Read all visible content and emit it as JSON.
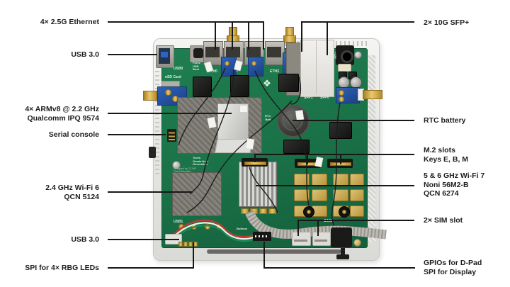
{
  "annotations": {
    "left": [
      {
        "id": "ethernet",
        "lines": [
          "4× 2.5G Ethernet"
        ]
      },
      {
        "id": "usb3_top",
        "lines": [
          "USB 3.0"
        ]
      },
      {
        "id": "cpu",
        "lines": [
          "4× ARMv8 @ 2.2 GHz",
          "Qualcomm IPQ 9574"
        ]
      },
      {
        "id": "serial",
        "lines": [
          "Serial console"
        ]
      },
      {
        "id": "wifi6",
        "lines": [
          "2.4 GHz Wi-Fi 6",
          "QCN 5124"
        ]
      },
      {
        "id": "usb3_bottom",
        "lines": [
          "USB 3.0"
        ]
      },
      {
        "id": "spi_leds",
        "lines": [
          "SPI for 4× RBG LEDs"
        ]
      }
    ],
    "right": [
      {
        "id": "sfp",
        "lines": [
          "2× 10G SFP+"
        ]
      },
      {
        "id": "rtc",
        "lines": [
          "RTC battery"
        ]
      },
      {
        "id": "m2",
        "lines": [
          "M.2 slots",
          "Keys E, B, M"
        ]
      },
      {
        "id": "wifi7",
        "lines": [
          "5 & 6 GHz Wi-Fi 7",
          "Noni 56M2-B",
          "QCN 6274"
        ]
      },
      {
        "id": "sim",
        "lines": [
          "2× SIM slot"
        ]
      },
      {
        "id": "gpio",
        "lines": [
          "GPIOs for D-Pad",
          "SPI for Display"
        ]
      }
    ]
  },
  "silkscreen": {
    "usb0": "USB0",
    "usd_card": "uSD Card",
    "force_boot": [
      "Force",
      "USB",
      "Boot"
    ],
    "eth": [
      "ETH0",
      "ETH1",
      "ETH2",
      "ETH3"
    ],
    "sfp_ports": [
      "SFP1",
      "SFP0"
    ],
    "plus12v": "+12V",
    "rtc_batt": [
      "RTC",
      "Batt"
    ],
    "turris": [
      "Turris",
      "Omnia Next",
      "Generation"
    ],
    "designed": [
      "Designed by CZ.NIC",
      "Czech Republic"
    ],
    "usb1": "USB1",
    "buttons": "Buttons",
    "sim1": "SIM1"
  },
  "colors": {
    "pcb_green": "#1b7449",
    "case_silver": "#e9e9e7",
    "gold": "#c9a13b",
    "shield_gray": "#7d7a72",
    "blue_pcb": "#2456a8",
    "leader_line": "#181818",
    "label_text": "#1e1e1e"
  }
}
